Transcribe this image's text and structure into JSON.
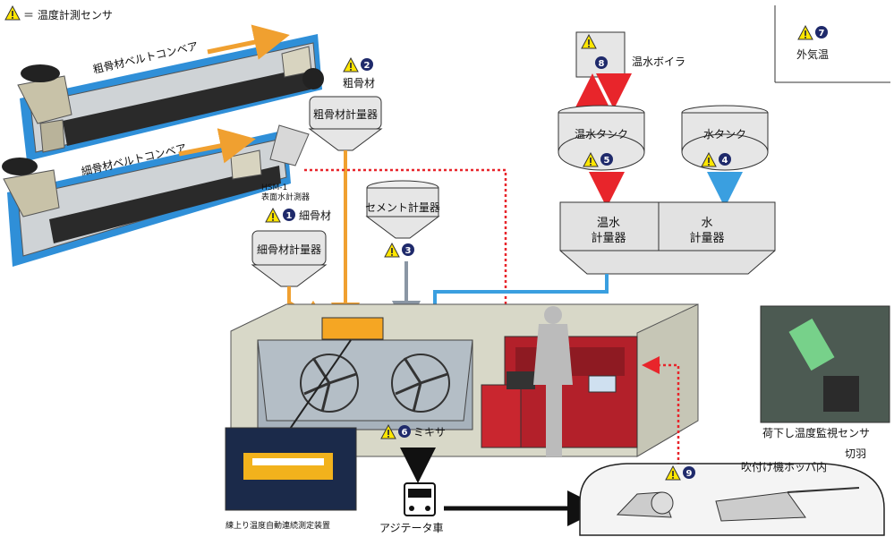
{
  "legend": {
    "text": "＝ 温度計測センサ"
  },
  "conveyors": {
    "coarse": "粗骨材ベルトコンベア",
    "fine": "細骨材ベルトコンベア"
  },
  "hsm": {
    "line1": "HSM-1",
    "line2": "表面水計測器"
  },
  "sensors": {
    "s1": {
      "num": "1",
      "label": "細骨材"
    },
    "s2": {
      "num": "2",
      "label": "粗骨材"
    },
    "s3": {
      "num": "3"
    },
    "s4": {
      "num": "4"
    },
    "s5": {
      "num": "5"
    },
    "s6": {
      "num": "6",
      "label": "ミキサ"
    },
    "s7": {
      "num": "7",
      "label": "外気温"
    },
    "s8": {
      "num": "8"
    },
    "s9": {
      "num": "9"
    }
  },
  "hoppers": {
    "coarse": "粗骨材計量器",
    "fine": "細骨材計量器",
    "cement": "セメント計量器"
  },
  "boiler": {
    "label": "温水ボイラ"
  },
  "tanks": {
    "hot": "温水タンク",
    "water": "水タンク"
  },
  "meters": {
    "hot_line1": "温水",
    "hot_line2": "計量器",
    "water_line1": "水",
    "water_line2": "計量器"
  },
  "photos": {
    "measure": "練上り温度自動連続測定装置",
    "unload": "荷下し温度監視センサ"
  },
  "vehicles": {
    "agitator": "アジテータ車"
  },
  "tunnel": {
    "face": "切羽",
    "hopper": "吹付け機ホッパ内"
  },
  "colors": {
    "belt_blue": "#2f8fd8",
    "sensor_yellow": "#ffe600",
    "badge_navy": "#1f2a6b",
    "hot_red": "#e8252b",
    "cold_blue": "#1a5fb4",
    "orange": "#f0a030",
    "panel_red": "#b3202a"
  },
  "icons": [
    "warning-triangle-icon",
    "arrow-icon",
    "person-icon",
    "truck-icon",
    "mixer-blade-icon"
  ]
}
